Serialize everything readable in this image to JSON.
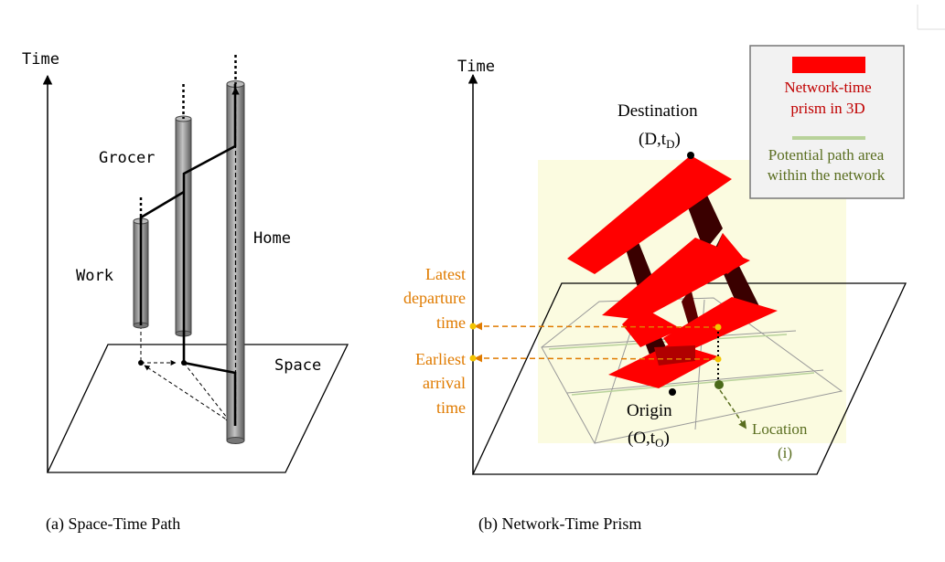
{
  "panel_a": {
    "axis_time": "Time",
    "axis_space": "Space",
    "labels": {
      "grocer": "Grocer",
      "home": "Home",
      "work": "Work"
    },
    "caption": "(a) Space-Time Path"
  },
  "panel_b": {
    "axis_time": "Time",
    "destination": "Destination",
    "dest_coord": {
      "main": "(D,t",
      "sub": "D",
      "close": ")"
    },
    "origin": "Origin",
    "origin_coord": {
      "main": "(O,t",
      "sub": "O",
      "close": ")"
    },
    "latest": [
      "Latest",
      "departure",
      "time"
    ],
    "earliest": [
      "Earliest",
      "arrival",
      "time"
    ],
    "location": [
      "Location",
      "(i)"
    ],
    "legend": {
      "prism_line1": "Network-time",
      "prism_line2": "prism in 3D",
      "path_line1": "Potential path area",
      "path_line2": "within the network"
    },
    "caption": "(b) Network-Time Prism"
  },
  "colors": {
    "prism_red": "#ff0000",
    "prism_dark": "#3a0000",
    "orange": "#e07b00",
    "olive": "#5a6e20",
    "legend_green": "#b8d29a",
    "legend_text_red": "#c00000",
    "halo": "#fbfbe0"
  }
}
